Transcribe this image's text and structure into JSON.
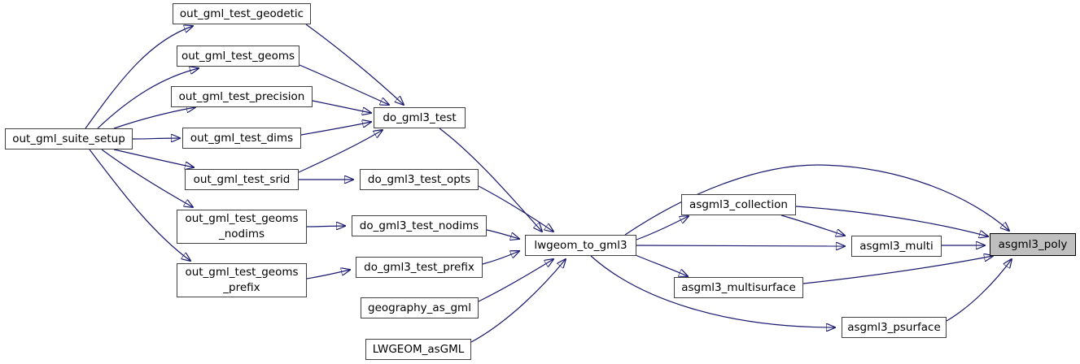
{
  "diagram_type": "call-graph",
  "colors": {
    "edge": "#191970",
    "node_border": "#404040",
    "node_fill": "#ffffff",
    "highlighted_node_fill": "#bfbfbf",
    "background": "#ffffff",
    "text": "#000000"
  },
  "nodes": [
    {
      "id": "out_gml_suite_setup",
      "label": "out_gml_suite_setup",
      "highlighted": false
    },
    {
      "id": "out_gml_test_geodetic",
      "label": "out_gml_test_geodetic",
      "highlighted": false
    },
    {
      "id": "out_gml_test_geoms",
      "label": "out_gml_test_geoms",
      "highlighted": false
    },
    {
      "id": "out_gml_test_precision",
      "label": "out_gml_test_precision",
      "highlighted": false
    },
    {
      "id": "out_gml_test_dims",
      "label": "out_gml_test_dims",
      "highlighted": false
    },
    {
      "id": "out_gml_test_srid",
      "label": "out_gml_test_srid",
      "highlighted": false
    },
    {
      "id": "out_gml_test_geoms_nodims",
      "label": "out_gml_test_geoms\n_nodims",
      "highlighted": false
    },
    {
      "id": "out_gml_test_geoms_prefix",
      "label": "out_gml_test_geoms\n_prefix",
      "highlighted": false
    },
    {
      "id": "do_gml3_test",
      "label": "do_gml3_test",
      "highlighted": false
    },
    {
      "id": "do_gml3_test_opts",
      "label": "do_gml3_test_opts",
      "highlighted": false
    },
    {
      "id": "do_gml3_test_nodims",
      "label": "do_gml3_test_nodims",
      "highlighted": false
    },
    {
      "id": "do_gml3_test_prefix",
      "label": "do_gml3_test_prefix",
      "highlighted": false
    },
    {
      "id": "geography_as_gml",
      "label": "geography_as_gml",
      "highlighted": false
    },
    {
      "id": "LWGEOM_asGML",
      "label": "LWGEOM_asGML",
      "highlighted": false
    },
    {
      "id": "lwgeom_to_gml3",
      "label": "lwgeom_to_gml3",
      "highlighted": false
    },
    {
      "id": "asgml3_collection",
      "label": "asgml3_collection",
      "highlighted": false
    },
    {
      "id": "asgml3_multi",
      "label": "asgml3_multi",
      "highlighted": false
    },
    {
      "id": "asgml3_multisurface",
      "label": "asgml3_multisurface",
      "highlighted": false
    },
    {
      "id": "asgml3_psurface",
      "label": "asgml3_psurface",
      "highlighted": false
    },
    {
      "id": "asgml3_poly",
      "label": "asgml3_poly",
      "highlighted": true
    }
  ],
  "edges": [
    {
      "from": "out_gml_suite_setup",
      "to": "out_gml_test_geodetic"
    },
    {
      "from": "out_gml_suite_setup",
      "to": "out_gml_test_geoms"
    },
    {
      "from": "out_gml_suite_setup",
      "to": "out_gml_test_precision"
    },
    {
      "from": "out_gml_suite_setup",
      "to": "out_gml_test_dims"
    },
    {
      "from": "out_gml_suite_setup",
      "to": "out_gml_test_srid"
    },
    {
      "from": "out_gml_suite_setup",
      "to": "out_gml_test_geoms_nodims"
    },
    {
      "from": "out_gml_suite_setup",
      "to": "out_gml_test_geoms_prefix"
    },
    {
      "from": "out_gml_test_geodetic",
      "to": "do_gml3_test"
    },
    {
      "from": "out_gml_test_geoms",
      "to": "do_gml3_test"
    },
    {
      "from": "out_gml_test_precision",
      "to": "do_gml3_test"
    },
    {
      "from": "out_gml_test_dims",
      "to": "do_gml3_test"
    },
    {
      "from": "out_gml_test_srid",
      "to": "do_gml3_test"
    },
    {
      "from": "out_gml_test_srid",
      "to": "do_gml3_test_opts"
    },
    {
      "from": "out_gml_test_geoms_nodims",
      "to": "do_gml3_test_nodims"
    },
    {
      "from": "out_gml_test_geoms_prefix",
      "to": "do_gml3_test_prefix"
    },
    {
      "from": "do_gml3_test",
      "to": "lwgeom_to_gml3"
    },
    {
      "from": "do_gml3_test_opts",
      "to": "lwgeom_to_gml3"
    },
    {
      "from": "do_gml3_test_nodims",
      "to": "lwgeom_to_gml3"
    },
    {
      "from": "do_gml3_test_prefix",
      "to": "lwgeom_to_gml3"
    },
    {
      "from": "geography_as_gml",
      "to": "lwgeom_to_gml3"
    },
    {
      "from": "LWGEOM_asGML",
      "to": "lwgeom_to_gml3"
    },
    {
      "from": "lwgeom_to_gml3",
      "to": "asgml3_collection"
    },
    {
      "from": "lwgeom_to_gml3",
      "to": "asgml3_multi"
    },
    {
      "from": "lwgeom_to_gml3",
      "to": "asgml3_multisurface"
    },
    {
      "from": "lwgeom_to_gml3",
      "to": "asgml3_psurface"
    },
    {
      "from": "lwgeom_to_gml3",
      "to": "asgml3_poly"
    },
    {
      "from": "asgml3_collection",
      "to": "asgml3_multi"
    },
    {
      "from": "asgml3_collection",
      "to": "asgml3_poly"
    },
    {
      "from": "asgml3_multi",
      "to": "asgml3_poly"
    },
    {
      "from": "asgml3_multisurface",
      "to": "asgml3_poly"
    },
    {
      "from": "asgml3_psurface",
      "to": "asgml3_poly"
    }
  ]
}
